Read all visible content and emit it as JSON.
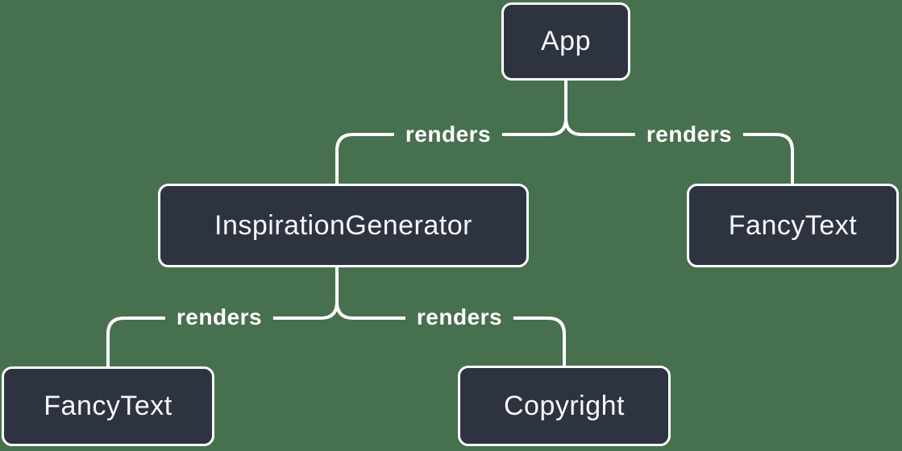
{
  "diagram": {
    "type": "component-render-tree",
    "nodes": [
      {
        "id": "app",
        "label": "App"
      },
      {
        "id": "inspiration-generator",
        "label": "InspirationGenerator"
      },
      {
        "id": "fancy-text-top",
        "label": "FancyText"
      },
      {
        "id": "fancy-text-bottom",
        "label": "FancyText"
      },
      {
        "id": "copyright",
        "label": "Copyright"
      }
    ],
    "edges": [
      {
        "from": "App",
        "to": "InspirationGenerator",
        "label": "renders"
      },
      {
        "from": "App",
        "to": "FancyText",
        "label": "renders"
      },
      {
        "from": "InspirationGenerator",
        "to": "FancyText",
        "label": "renders"
      },
      {
        "from": "InspirationGenerator",
        "to": "Copyright",
        "label": "renders"
      }
    ]
  },
  "colors": {
    "background": "#47704e",
    "node_fill": "#2d3440",
    "line": "#ffffff",
    "node_text": "#f6f7f9"
  }
}
